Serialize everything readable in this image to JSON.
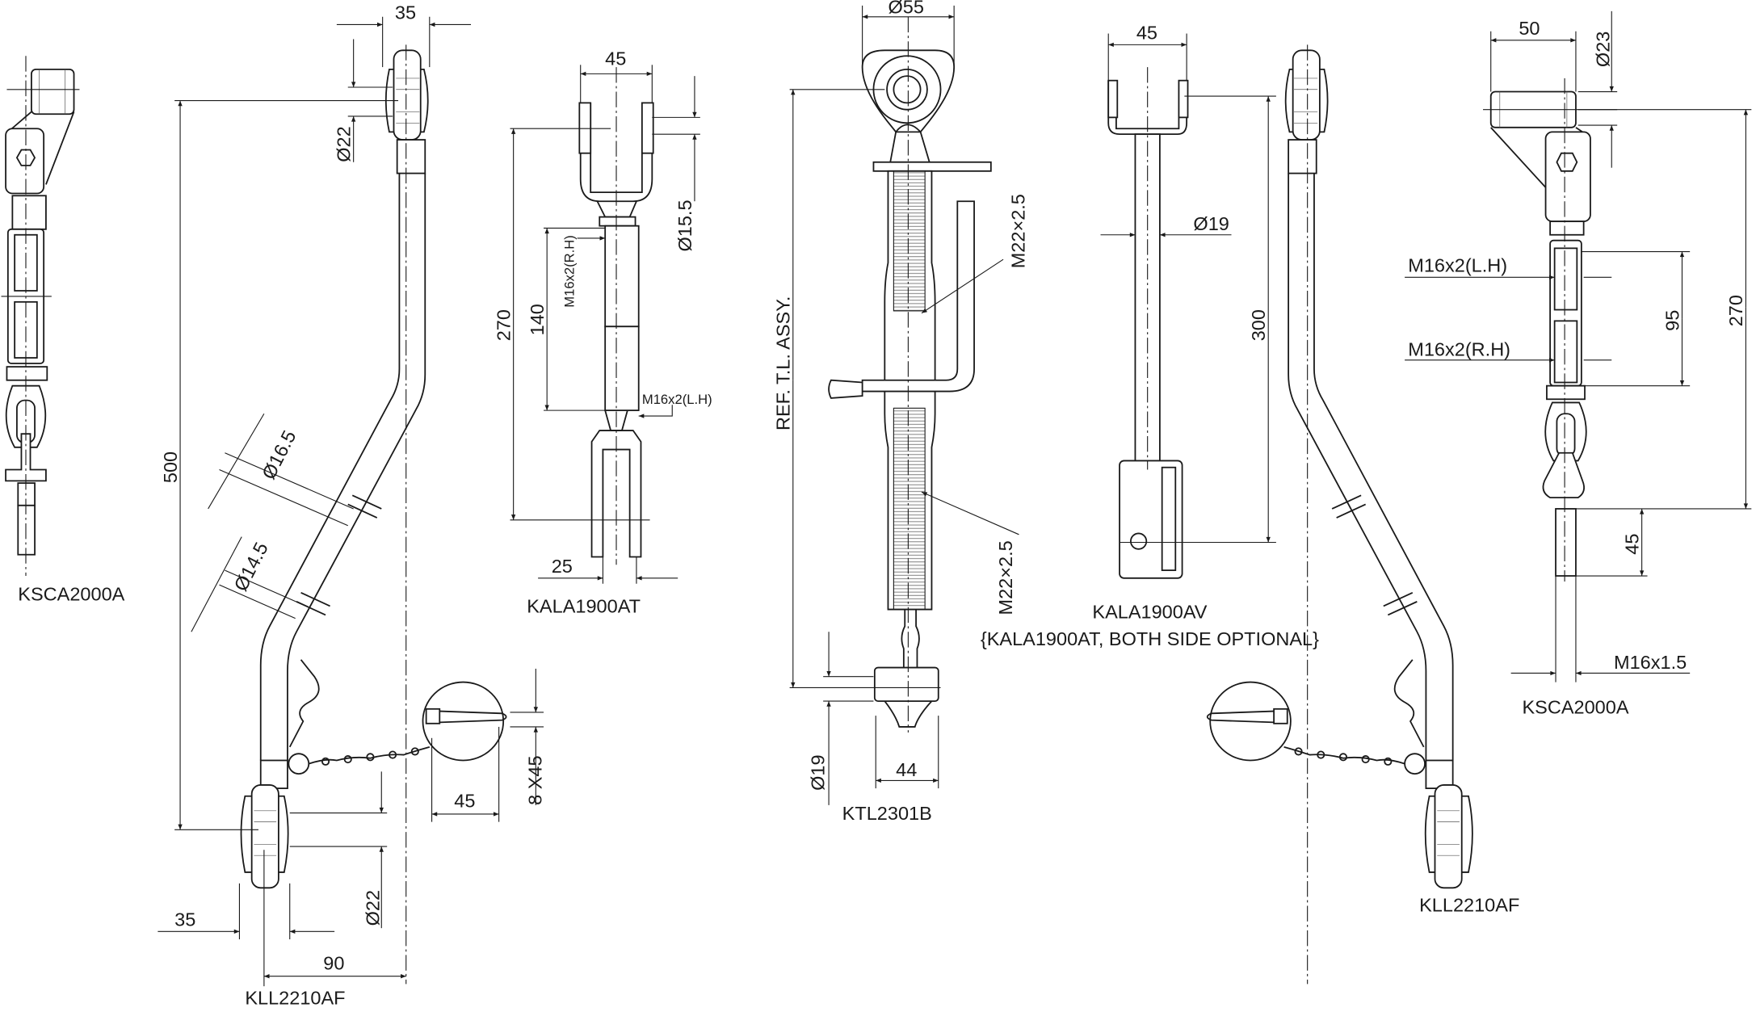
{
  "drawings": {
    "ksca_left": {
      "label": "KSCA2000A"
    },
    "kll_left": {
      "label": "KLL2210AF",
      "dim_top_width": "35",
      "dim_top_dia": "Ø22",
      "dim_length": "500",
      "dim_dia_165": "Ø16.5",
      "dim_dia_145": "Ø14.5",
      "dim_pin_45": "45",
      "dim_pin_8x45": "8 X45",
      "dim_bottom_dia": "Ø22",
      "dim_bottom_width": "35",
      "dim_offset": "90"
    },
    "kala_at": {
      "label": "KALA1900AT",
      "dim_width": "45",
      "dim_dia": "Ø15.5",
      "dim_rh": "M16x2(R.H)",
      "dim_270": "270",
      "dim_140": "140",
      "dim_lh": "M16x2(L.H)",
      "dim_25": "25"
    },
    "ktl": {
      "label": "KTL2301B",
      "dim_dia55": "Ø55",
      "dim_ref": "REF. T.L. ASSY.",
      "dim_thread_top": "M22×2.5",
      "dim_thread_bottom": "M22×2.5",
      "dim_dia19": "Ø19",
      "dim_44": "44"
    },
    "kala_av": {
      "label": "KALA1900AV",
      "note": "{KALA1900AT, BOTH SIDE OPTIONAL}",
      "dim_width": "45",
      "dim_dia": "Ø19",
      "dim_300": "300"
    },
    "kll_right": {
      "label": "KLL2210AF"
    },
    "ksca_right": {
      "label": "KSCA2000A",
      "dim_50": "50",
      "dim_dia23": "Ø23",
      "dim_lh": "M16x2(L.H)",
      "dim_rh": "M16x2(R.H)",
      "dim_95": "95",
      "dim_270": "270",
      "dim_45": "45",
      "dim_thread": "M16x1.5"
    }
  }
}
